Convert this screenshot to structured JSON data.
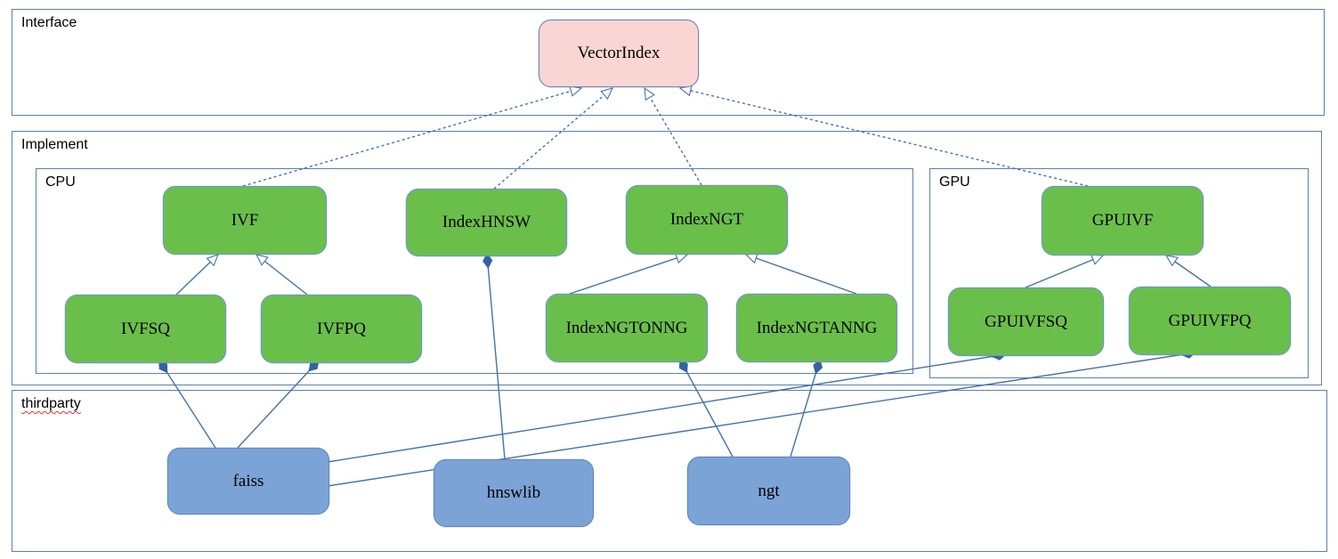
{
  "groups": {
    "interface": {
      "label": "Interface"
    },
    "implement": {
      "label": "Implement"
    },
    "cpu": {
      "label": "CPU"
    },
    "gpu": {
      "label": "GPU"
    },
    "thirdparty": {
      "label": "thirdparty",
      "spellcheck_underline": true
    }
  },
  "nodes": {
    "vectorindex": {
      "label": "VectorIndex",
      "kind": "interface"
    },
    "ivf": {
      "label": "IVF",
      "kind": "implementation-cpu"
    },
    "indexhnsw": {
      "label": "IndexHNSW",
      "kind": "implementation-cpu"
    },
    "indexngt": {
      "label": "IndexNGT",
      "kind": "implementation-cpu"
    },
    "gpuivf": {
      "label": "GPUIVF",
      "kind": "implementation-gpu"
    },
    "ivfsq": {
      "label": "IVFSQ",
      "kind": "implementation-cpu"
    },
    "ivfpq": {
      "label": "IVFPQ",
      "kind": "implementation-cpu"
    },
    "indexngtonng": {
      "label": "IndexNGTONNG",
      "kind": "implementation-cpu"
    },
    "indexngtanng": {
      "label": "IndexNGTANNG",
      "kind": "implementation-cpu"
    },
    "gpuivfsq": {
      "label": "GPUIVFSQ",
      "kind": "implementation-gpu"
    },
    "gpuivfpq": {
      "label": "GPUIVFPQ",
      "kind": "implementation-gpu"
    },
    "faiss": {
      "label": "faiss",
      "kind": "thirdparty"
    },
    "hnswlib": {
      "label": "hnswlib",
      "kind": "thirdparty"
    },
    "ngt": {
      "label": "ngt",
      "kind": "thirdparty"
    }
  },
  "edges": [
    {
      "from": "IVF",
      "to": "VectorIndex",
      "type": "realization",
      "style": "dashed-open-arrow"
    },
    {
      "from": "IndexHNSW",
      "to": "VectorIndex",
      "type": "realization",
      "style": "dashed-open-arrow"
    },
    {
      "from": "IndexNGT",
      "to": "VectorIndex",
      "type": "realization",
      "style": "dashed-open-arrow"
    },
    {
      "from": "GPUIVF",
      "to": "VectorIndex",
      "type": "realization",
      "style": "dashed-open-arrow"
    },
    {
      "from": "IVFSQ",
      "to": "IVF",
      "type": "inheritance",
      "style": "solid-open-arrow"
    },
    {
      "from": "IVFPQ",
      "to": "IVF",
      "type": "inheritance",
      "style": "solid-open-arrow"
    },
    {
      "from": "IndexNGTONNG",
      "to": "IndexNGT",
      "type": "inheritance",
      "style": "solid-open-arrow"
    },
    {
      "from": "IndexNGTANNG",
      "to": "IndexNGT",
      "type": "inheritance",
      "style": "solid-open-arrow"
    },
    {
      "from": "GPUIVFSQ",
      "to": "GPUIVF",
      "type": "inheritance",
      "style": "solid-open-arrow"
    },
    {
      "from": "GPUIVFPQ",
      "to": "GPUIVF",
      "type": "inheritance",
      "style": "solid-open-arrow"
    },
    {
      "from": "faiss",
      "to": "IVFSQ",
      "type": "composition",
      "style": "solid-filled-diamond"
    },
    {
      "from": "faiss",
      "to": "IVFPQ",
      "type": "composition",
      "style": "solid-filled-diamond"
    },
    {
      "from": "faiss",
      "to": "GPUIVFSQ",
      "type": "composition",
      "style": "solid-filled-diamond"
    },
    {
      "from": "faiss",
      "to": "GPUIVFPQ",
      "type": "composition",
      "style": "solid-filled-diamond"
    },
    {
      "from": "hnswlib",
      "to": "IndexHNSW",
      "type": "composition",
      "style": "solid-filled-diamond"
    },
    {
      "from": "ngt",
      "to": "IndexNGTONNG",
      "type": "composition",
      "style": "solid-filled-diamond"
    },
    {
      "from": "ngt",
      "to": "IndexNGTANNG",
      "type": "composition",
      "style": "solid-filled-diamond"
    }
  ],
  "colors": {
    "interface_node_fill": "#f9d6d3",
    "implementation_node_fill": "#6abf4b",
    "thirdparty_node_fill": "#7ba3d6",
    "group_border": "#5b7fb3",
    "edge": "#4472a8",
    "diamond_fill": "#35639f",
    "spellcheck": "#e03030"
  }
}
